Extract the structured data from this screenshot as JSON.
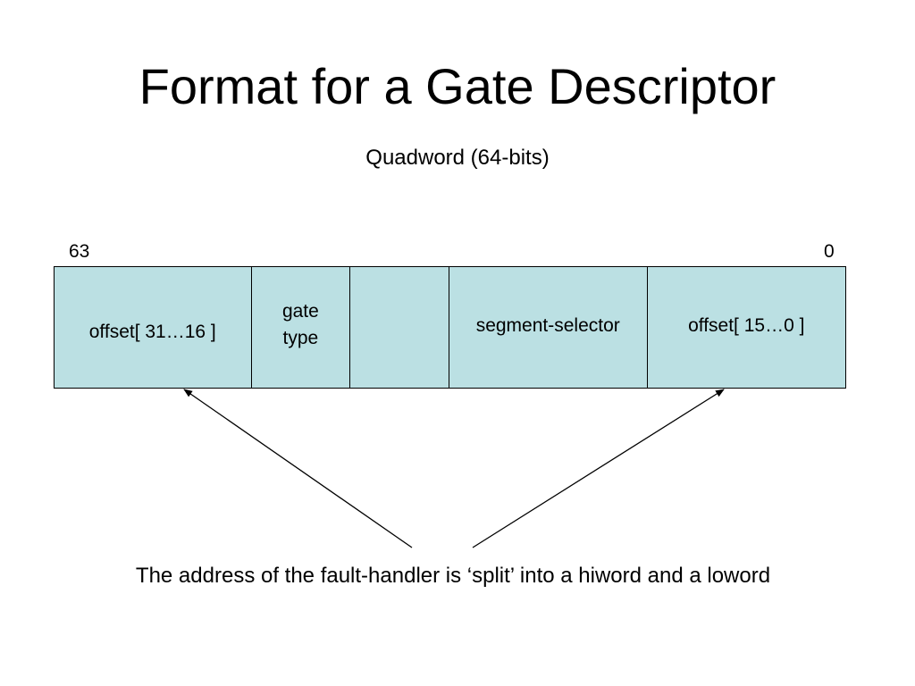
{
  "title": "Format for a Gate Descriptor",
  "subtitle": "Quadword (64-bits)",
  "bit_labels": {
    "high": "63",
    "low": "0"
  },
  "fields": [
    {
      "label": "offset[ 31…16 ]"
    },
    {
      "label": "gate\ntype"
    },
    {
      "label": ""
    },
    {
      "label": "segment-selector"
    },
    {
      "label": "offset[ 15…0 ]"
    }
  ],
  "caption": "The address of the fault-handler is ‘split’ into a hiword and a loword",
  "colors": {
    "field_fill": "#bbe0e3",
    "border": "#000000",
    "text": "#000000"
  }
}
